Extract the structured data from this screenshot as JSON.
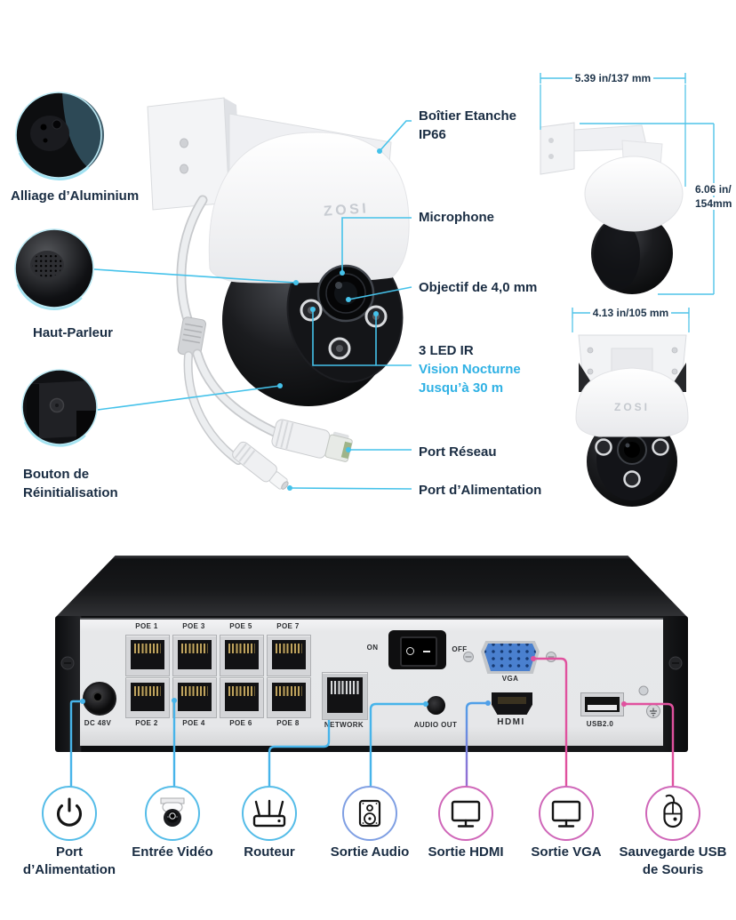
{
  "brand": {
    "logo": "ZOSI"
  },
  "camera_diagram": {
    "alliage": "Alliage d’Aluminium",
    "haut_parleur": "Haut-Parleur",
    "bouton_l1": "Bouton de",
    "bouton_l2": "Réinitialisation",
    "boitier_l1": "Boîtier Etanche",
    "boitier_l2": "IP66",
    "microphone": "Microphone",
    "objectif": "Objectif de 4,0 mm",
    "led_ir": "3 LED IR",
    "vision_l1": "Vision Nocturne",
    "vision_l2": "Jusqu’à 30 m",
    "port_reseau": "Port Réseau",
    "port_alimentation": "Port d’Alimentation"
  },
  "dimensions": {
    "width_top": "5.39 in/137 mm",
    "height_l1": "6.06 in/",
    "height_l2": "154mm",
    "width_front": "4.13 in/105 mm"
  },
  "nvr": {
    "poe_top": [
      "POE 1",
      "POE 3",
      "POE 5",
      "POE 7"
    ],
    "poe_bottom": [
      "POE 2",
      "POE 4",
      "POE 6",
      "POE 8"
    ],
    "dc": "DC 48V",
    "network": "NETWORK",
    "audio": "AUDIO OUT",
    "hdmi": "HDMI",
    "usb": "USB2.0",
    "vga": "VGA",
    "on": "ON",
    "off": "OFF"
  },
  "legend": {
    "items": [
      {
        "l1": "Port",
        "l2": "d’Alimentation"
      },
      {
        "l1": "Entrée Vidéo",
        "l2": ""
      },
      {
        "l1": "Routeur",
        "l2": ""
      },
      {
        "l1": "Sortie Audio",
        "l2": ""
      },
      {
        "l1": "Sortie HDMI",
        "l2": ""
      },
      {
        "l1": "Sortie VGA",
        "l2": ""
      },
      {
        "l1": "Sauvegarde USB",
        "l2": "de Souris"
      }
    ]
  },
  "colors": {
    "accent_blue": "#47b4ea",
    "accent_cyan_text": "#2fb1e4",
    "accent_pink": "#e0519e",
    "accent_purple": "#9a6ad2",
    "text_navy": "#192c42"
  }
}
